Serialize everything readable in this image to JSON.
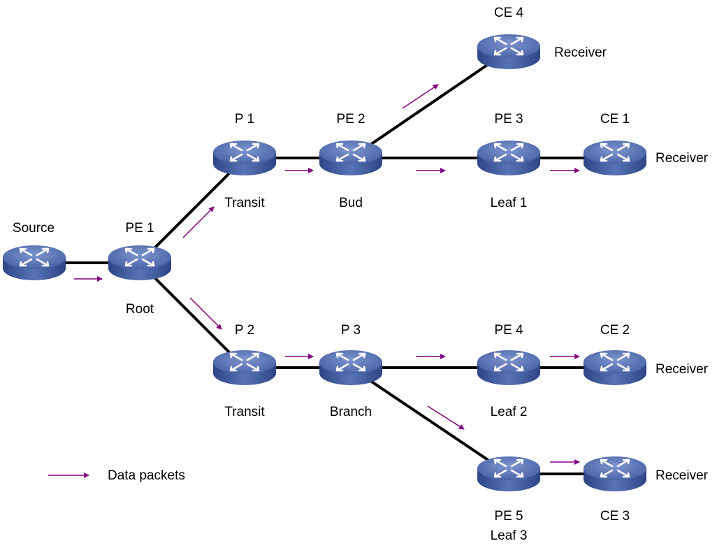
{
  "colors": {
    "link": "#000000",
    "arrow": "#800080",
    "device_top": "#4a66a8",
    "device_side": "#2e4686",
    "device_icon": "#ffffff",
    "text": "#000000"
  },
  "devices": {
    "source": {
      "name": "Source",
      "role": ""
    },
    "pe1": {
      "name": "PE 1",
      "role": "Root"
    },
    "p1": {
      "name": "P 1",
      "role": "Transit"
    },
    "pe2": {
      "name": "PE 2",
      "role": "Bud"
    },
    "pe3": {
      "name": "PE 3",
      "role": "Leaf 1"
    },
    "ce1": {
      "name": "CE 1",
      "role": "Receiver"
    },
    "ce4": {
      "name": "CE 4",
      "role": "Receiver"
    },
    "p2": {
      "name": "P 2",
      "role": "Transit"
    },
    "p3": {
      "name": "P 3",
      "role": "Branch"
    },
    "pe4": {
      "name": "PE 4",
      "role": "Leaf 2"
    },
    "ce2": {
      "name": "CE 2",
      "role": "Receiver"
    },
    "pe5": {
      "name": "PE 5",
      "role": "Leaf 3"
    },
    "ce3": {
      "name": "CE 3",
      "role": "Receiver"
    }
  },
  "legend": {
    "label": "Data packets",
    "icon": "arrow-icon"
  }
}
